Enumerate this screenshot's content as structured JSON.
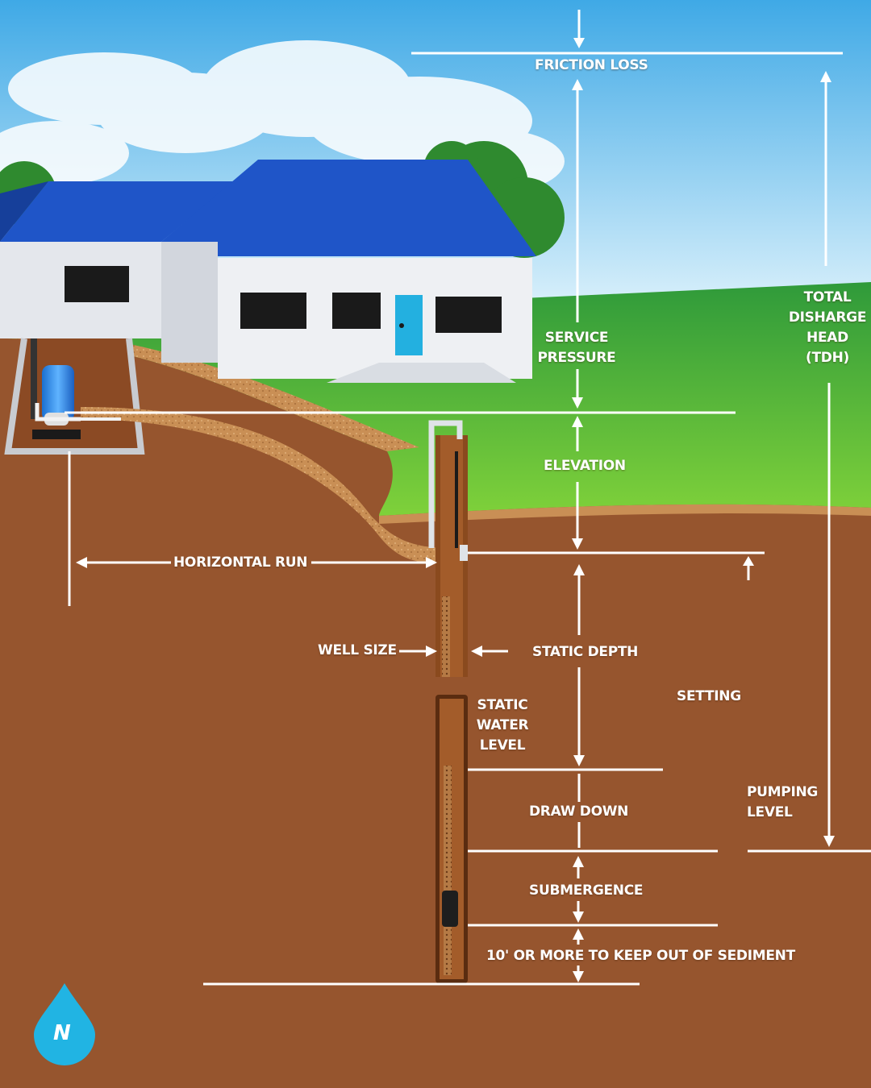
{
  "labels": {
    "friction_loss": "FRICTION LOSS",
    "total_discharge_head": "TOTAL\nDISHARGE\nHEAD\n(TDH)",
    "service_pressure": "SERVICE\nPRESSURE",
    "elevation": "ELEVATION",
    "horizontal_run": "HORIZONTAL RUN",
    "well_size": "WELL SIZE",
    "static_depth": "STATIC DEPTH",
    "setting": "SETTING",
    "static_water_level": "STATIC\nWATER\nLEVEL",
    "draw_down": "DRAW DOWN",
    "pumping_level": "PUMPING\nLEVEL",
    "submergence": "SUBMERGENCE",
    "sediment_clearance": "10' OR MORE TO KEEP OUT OF SEDIMENT"
  },
  "logo": {
    "icon": "water-drop-logo-icon",
    "letter": "N"
  },
  "colors": {
    "sky_top": "#3fa9e6",
    "sky_bottom": "#d9f0fb",
    "grass": "#5cc23a",
    "soil": "#96552e",
    "gravel": "#c98f55",
    "roof": "#1f55c8",
    "house_wall": "#eef0f3",
    "door": "#23b0e0",
    "casing": "#8a4a1e",
    "line": "#ffffff",
    "logo": "#21b4e3"
  }
}
